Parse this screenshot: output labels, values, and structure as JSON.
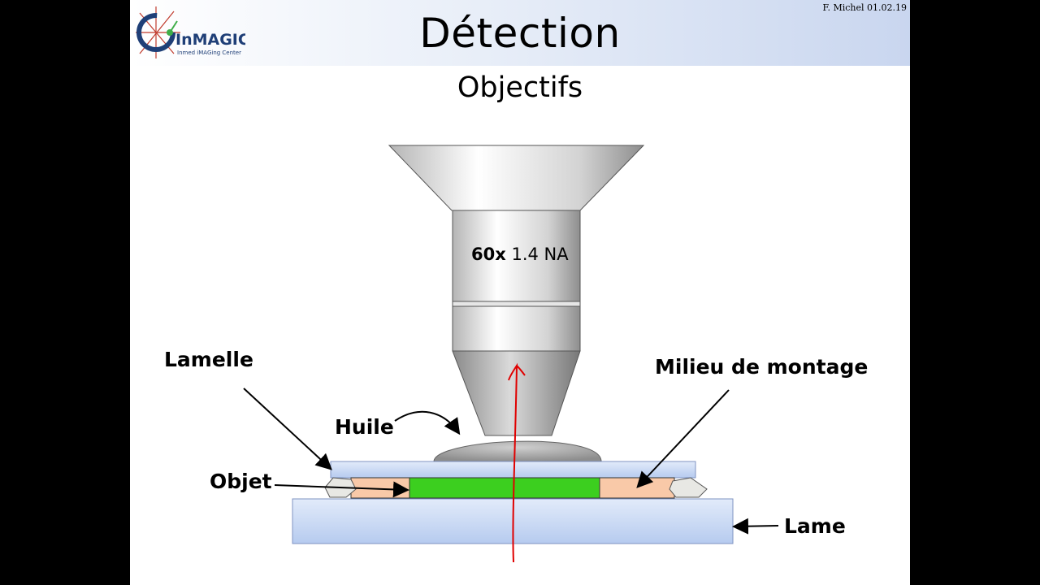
{
  "header": {
    "title": "Détection",
    "subtitle": "Objectifs",
    "author_date": "F. Michel 01.02.19"
  },
  "logo": {
    "name": "InMAGIC",
    "tagline": "Inmed iMAGing Center",
    "colors": {
      "dark_blue": "#1f3f77",
      "accent_red": "#c0392b",
      "accent_green": "#3fae49"
    }
  },
  "objective": {
    "magnification": "60x",
    "na": "1.4 NA"
  },
  "labels": {
    "lamelle": "Lamelle",
    "huile": "Huile",
    "objet": "Objet",
    "milieu": "Milieu de montage",
    "lame": "Lame"
  },
  "colors": {
    "glass": "#c9d9f4",
    "object": "#3ccf1f",
    "mounting_medium": "#f9c9a8",
    "light_ray": "#e00000"
  }
}
